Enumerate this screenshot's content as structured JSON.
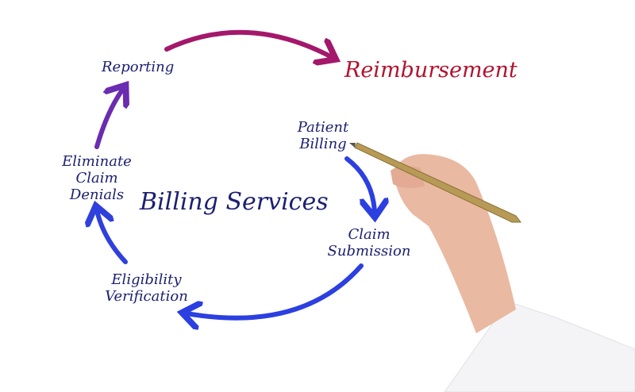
{
  "diagram": {
    "center": "Billing Services",
    "outcome": "Reimbursement",
    "steps": [
      {
        "label": "Patient Billing"
      },
      {
        "label": "Claim Submission"
      },
      {
        "label": "Eligibility Verification"
      },
      {
        "label": "Eliminate Claim Denials"
      },
      {
        "label": "Reporting"
      }
    ]
  },
  "colors": {
    "text": "#1c2070",
    "outcome": "#b3122e",
    "arrow_start": "#a3186a",
    "arrow_end": "#2a3ae0"
  }
}
